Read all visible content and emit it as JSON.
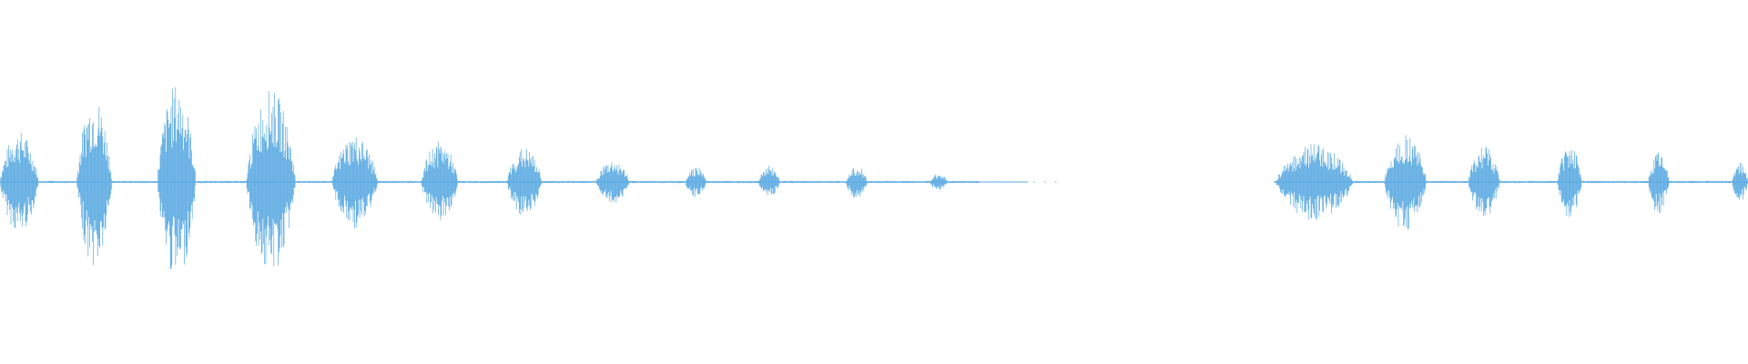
{
  "waveform": {
    "color": "#5aaae2",
    "background": "#ffffff",
    "duration_s": 1,
    "amplitude_range": [
      -1,
      1
    ],
    "bursts": [
      {
        "start": 0.0,
        "end": 0.022,
        "peak": 0.56
      },
      {
        "start": 0.044,
        "end": 0.064,
        "peak": 0.95
      },
      {
        "start": 0.09,
        "end": 0.112,
        "peak": 1.08
      },
      {
        "start": 0.141,
        "end": 0.169,
        "peak": 1.02
      },
      {
        "start": 0.19,
        "end": 0.216,
        "peak": 0.52
      },
      {
        "start": 0.241,
        "end": 0.262,
        "peak": 0.45
      },
      {
        "start": 0.29,
        "end": 0.31,
        "peak": 0.38
      },
      {
        "start": 0.341,
        "end": 0.36,
        "peak": 0.24
      },
      {
        "start": 0.392,
        "end": 0.404,
        "peak": 0.18
      },
      {
        "start": 0.434,
        "end": 0.446,
        "peak": 0.19
      },
      {
        "start": 0.484,
        "end": 0.496,
        "peak": 0.19
      },
      {
        "start": 0.532,
        "end": 0.542,
        "peak": 0.1
      },
      {
        "start": 0.73,
        "end": 0.774,
        "peak": 0.42
      },
      {
        "start": 0.792,
        "end": 0.816,
        "peak": 0.54
      },
      {
        "start": 0.84,
        "end": 0.858,
        "peak": 0.4
      },
      {
        "start": 0.891,
        "end": 0.905,
        "peak": 0.41
      },
      {
        "start": 0.943,
        "end": 0.955,
        "peak": 0.36
      },
      {
        "start": 0.991,
        "end": 1.0,
        "peak": 0.23
      }
    ],
    "segments": [
      {
        "start": 0.0,
        "end": 0.56,
        "floor": 0.012
      },
      {
        "start": 0.56,
        "end": 0.588,
        "floor": 0.004
      },
      {
        "start": 0.729,
        "end": 1.0,
        "floor": 0.012
      }
    ]
  }
}
